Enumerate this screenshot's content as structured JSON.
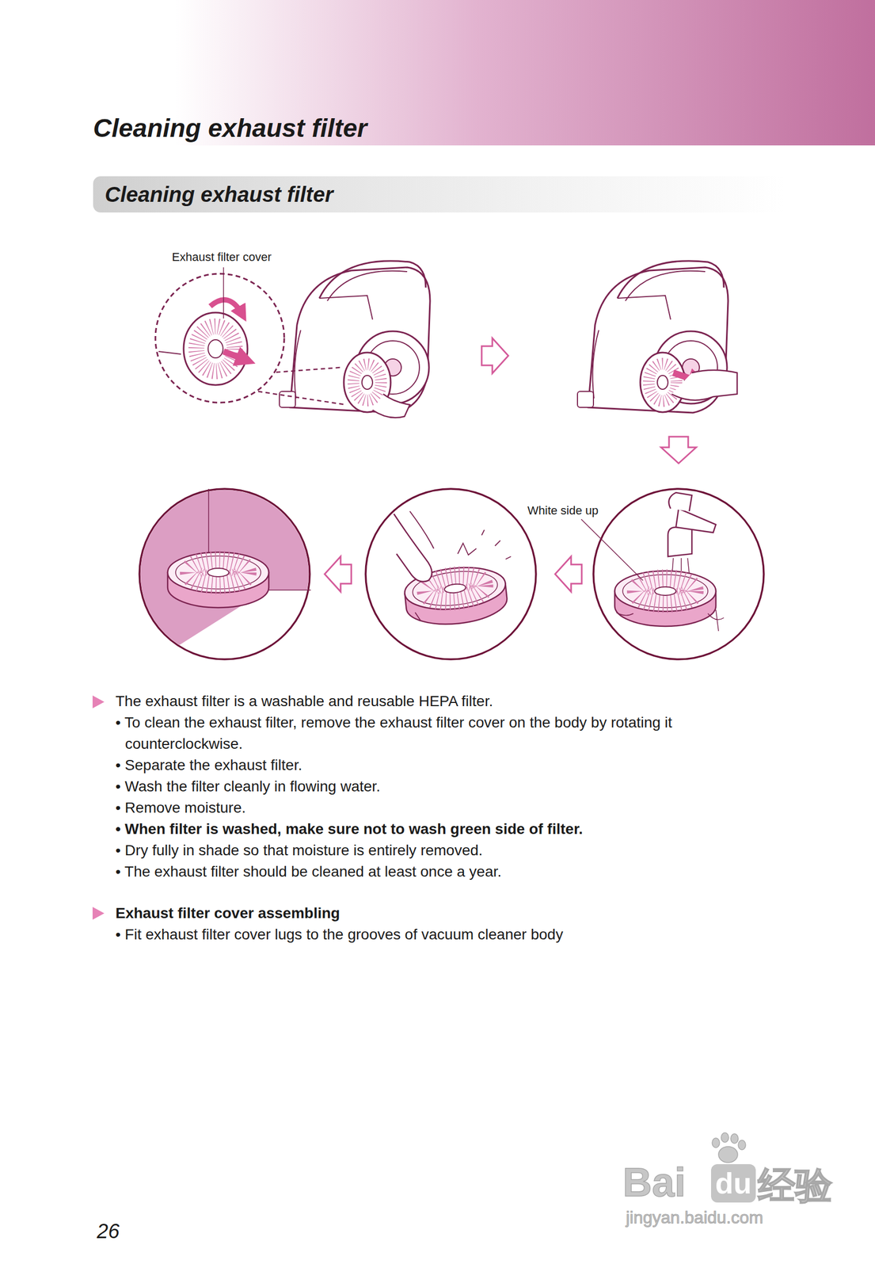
{
  "diagram": {
    "title": "Cleaning exhaust filter",
    "nodes": [
      {
        "text": [
          "Cleaning exhaust filter"
        ]
      }
    ],
    "labels": [
      "Exhaust filter cover",
      "White side up",
      "The exhaust filter is a washable and reusable HEPA filter.",
      "• To clean the exhaust filter, remove the exhaust filter cover on the body by rotating it counterclockwise.",
      "• Separate the exhaust filter.",
      "• Wash the filter cleanly in flowing water.",
      "• Remove moisture.",
      "• When filter is washed, make sure not to wash green side of filter.",
      "• Dry fully in shade so that moisture is entirely removed.",
      "• The exhaust filter should be cleaned at least once a year.",
      "Exhaust filter cover assembling",
      "• Fit exhaust filter cover lugs to the grooves of vacuum cleaner body",
      "26",
      "Bai",
      "du",
      "经验",
      "jingyan.baidu.com"
    ]
  }
}
